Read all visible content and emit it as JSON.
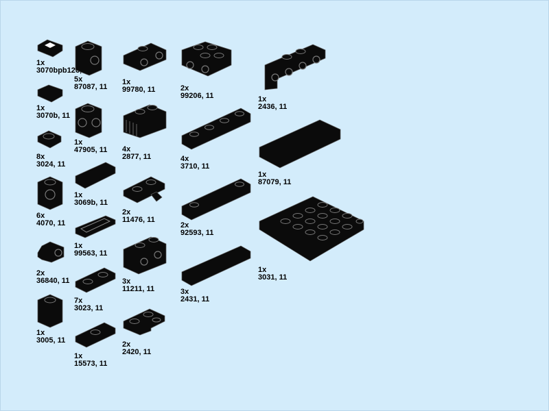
{
  "parts": [
    {
      "id": "3070bpb126",
      "qty": "1x",
      "code": "3070bpb126, 11"
    },
    {
      "id": "87087",
      "qty": "5x",
      "code": "87087, 11"
    },
    {
      "id": "99780",
      "qty": "1x",
      "code": "99780, 11"
    },
    {
      "id": "99206",
      "qty": "2x",
      "code": "99206, 11"
    },
    {
      "id": "2436",
      "qty": "1x",
      "code": "2436, 11"
    },
    {
      "id": "3070b",
      "qty": "1x",
      "code": "3070b, 11"
    },
    {
      "id": "47905",
      "qty": "1x",
      "code": "47905, 11"
    },
    {
      "id": "2877",
      "qty": "4x",
      "code": "2877, 11"
    },
    {
      "id": "3710",
      "qty": "4x",
      "code": "3710, 11"
    },
    {
      "id": "87079",
      "qty": "1x",
      "code": "87079, 11"
    },
    {
      "id": "3024",
      "qty": "8x",
      "code": "3024, 11"
    },
    {
      "id": "3069b",
      "qty": "1x",
      "code": "3069b, 11"
    },
    {
      "id": "11476",
      "qty": "2x",
      "code": "11476, 11"
    },
    {
      "id": "92593",
      "qty": "2x",
      "code": "92593, 11"
    },
    {
      "id": "4070",
      "qty": "6x",
      "code": "4070, 11"
    },
    {
      "id": "99563",
      "qty": "1x",
      "code": "99563, 11"
    },
    {
      "id": "3031",
      "qty": "1x",
      "code": "3031, 11"
    },
    {
      "id": "36840",
      "qty": "2x",
      "code": "36840, 11"
    },
    {
      "id": "11211",
      "qty": "3x",
      "code": "11211, 11"
    },
    {
      "id": "3023",
      "qty": "7x",
      "code": "3023, 11"
    },
    {
      "id": "2431",
      "qty": "3x",
      "code": "2431, 11"
    },
    {
      "id": "3005",
      "qty": "1x",
      "code": "3005, 11"
    },
    {
      "id": "2420",
      "qty": "2x",
      "code": "2420, 11"
    },
    {
      "id": "15573",
      "qty": "1x",
      "code": "15573, 11"
    }
  ],
  "colors": {
    "background": "#d3ecfb",
    "brick": "#0b0b0b",
    "outline": "#5a5a5a",
    "text": "#000000"
  }
}
